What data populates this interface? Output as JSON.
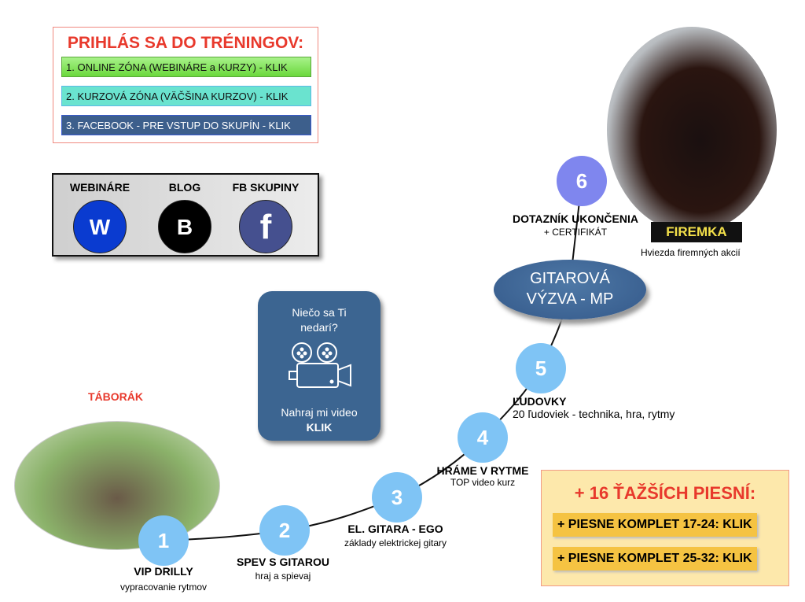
{
  "login": {
    "title": "PRIHLÁS SA DO TRÉNINGOV:",
    "buttons": [
      "1. ONLINE ZÓNA (WEBINÁRE a KURZY) - KLIK",
      "2. KURZOVÁ ZÓNA (VÄČŠINA KURZOV) - KLIK",
      "3. FACEBOOK - PRE VSTUP DO SKUPÍN - KLIK"
    ]
  },
  "links": [
    {
      "label": "WEBINÁRE",
      "letter": "W",
      "color": "#0a3bd0"
    },
    {
      "label": "BLOG",
      "letter": "B",
      "color": "#000000"
    },
    {
      "label": "FB SKUPINY",
      "letter": "f",
      "color": "#45508f"
    }
  ],
  "video": {
    "line1": "Niečo sa Ti",
    "line2": "nedarí?",
    "line3": "Nahraj mi video",
    "cta": "KLIK"
  },
  "campfire": {
    "title": "TÁBORÁK"
  },
  "firemka": {
    "title": "FIREMKA",
    "subtitle": "Hviezda firemných akcií"
  },
  "hub": {
    "line1": "GITAROVÁ",
    "line2": "VÝZVA - MP"
  },
  "steps": [
    {
      "num": "1",
      "title": "VIP DRILLY",
      "sub": "vypracovanie rytmov"
    },
    {
      "num": "2",
      "title": "SPEV S GITAROU",
      "sub": "hraj a spievaj"
    },
    {
      "num": "3",
      "title": "EL. GITARA - EGO",
      "sub": "základy elektrickej gitary"
    },
    {
      "num": "4",
      "title": "HRÁME V RYTME",
      "sub": "TOP video kurz"
    },
    {
      "num": "5",
      "title": "ĽUDOVKY",
      "sub": "20 ľudoviek - technika, hra, rytmy"
    },
    {
      "num": "6",
      "title": "DOTAZNÍK UKONČENIA",
      "sub": "+ CERTIFIKÁT"
    }
  ],
  "songs": {
    "title": "+ 16 ŤAŽŠÍCH PIESNÍ:",
    "buttons": [
      "+ PIESNE KOMPLET 17-24: KLIK",
      "+ PIESNE KOMPLET 25-32: KLIK"
    ]
  }
}
